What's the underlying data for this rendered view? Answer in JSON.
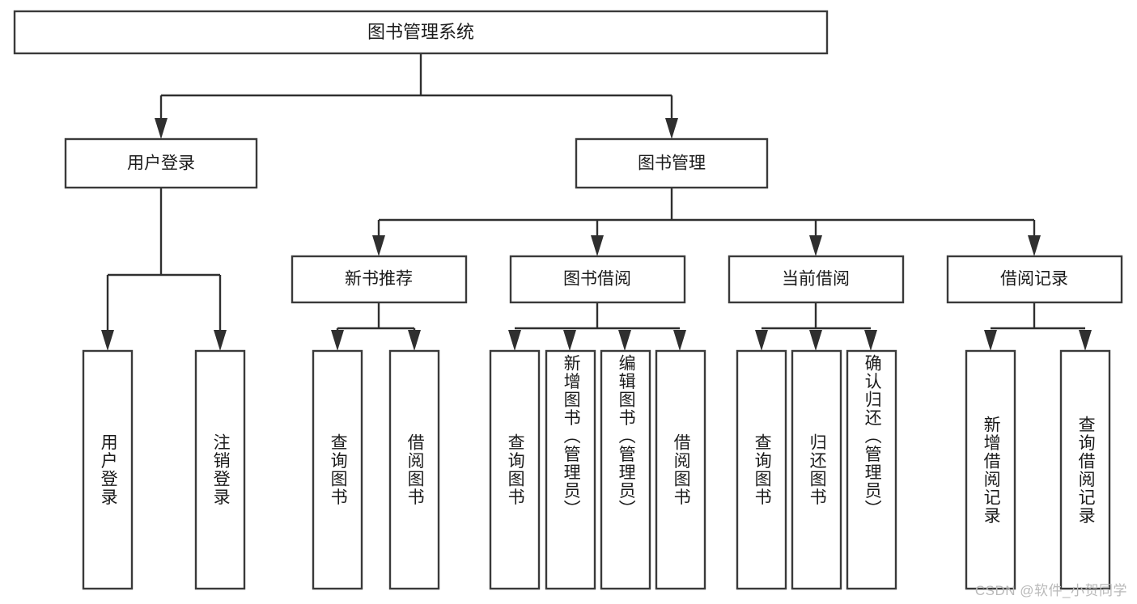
{
  "diagram": {
    "type": "hierarchy-tree",
    "title": "图书管理系统",
    "watermark": "CSDN @软件_小贺同学",
    "orientation": "top-down",
    "levels": 3,
    "root": {
      "id": "root",
      "label": "图书管理系统",
      "text_orientation": "horizontal"
    },
    "level2": [
      {
        "id": "user-login",
        "label": "用户登录",
        "text_orientation": "horizontal"
      },
      {
        "id": "book-manage",
        "label": "图书管理",
        "text_orientation": "horizontal"
      }
    ],
    "level3": [
      {
        "id": "new-book-recommend",
        "label": "新书推荐",
        "parent": "book-manage",
        "text_orientation": "horizontal"
      },
      {
        "id": "book-borrow",
        "label": "图书借阅",
        "parent": "book-manage",
        "text_orientation": "horizontal"
      },
      {
        "id": "current-borrow",
        "label": "当前借阅",
        "parent": "book-manage",
        "text_orientation": "horizontal"
      },
      {
        "id": "borrow-record",
        "label": "借阅记录",
        "parent": "book-manage",
        "text_orientation": "horizontal"
      }
    ],
    "leaves": [
      {
        "id": "leaf-user-login",
        "label": "用户登录",
        "parent": "user-login",
        "text_orientation": "vertical"
      },
      {
        "id": "leaf-user-logout",
        "label": "注销登录",
        "parent": "user-login",
        "text_orientation": "vertical"
      },
      {
        "id": "leaf-query-book-1",
        "label": "查询图书",
        "parent": "new-book-recommend",
        "text_orientation": "vertical"
      },
      {
        "id": "leaf-borrow-book-1",
        "label": "借阅图书",
        "parent": "new-book-recommend",
        "text_orientation": "vertical"
      },
      {
        "id": "leaf-query-book-2",
        "label": "查询图书",
        "parent": "book-borrow",
        "text_orientation": "vertical"
      },
      {
        "id": "leaf-add-book",
        "label": "新增图书（管理员）",
        "parent": "book-borrow",
        "text_orientation": "vertical"
      },
      {
        "id": "leaf-edit-book",
        "label": "编辑图书（管理员）",
        "parent": "book-borrow",
        "text_orientation": "vertical"
      },
      {
        "id": "leaf-borrow-book-2",
        "label": "借阅图书",
        "parent": "book-borrow",
        "text_orientation": "vertical"
      },
      {
        "id": "leaf-query-book-3",
        "label": "查询图书",
        "parent": "current-borrow",
        "text_orientation": "vertical"
      },
      {
        "id": "leaf-return-book",
        "label": "归还图书",
        "parent": "current-borrow",
        "text_orientation": "vertical"
      },
      {
        "id": "leaf-confirm-return",
        "label": "确认归还（管理员）",
        "parent": "current-borrow",
        "text_orientation": "vertical"
      },
      {
        "id": "leaf-add-record",
        "label": "新增借阅记录",
        "parent": "borrow-record",
        "text_orientation": "vertical"
      },
      {
        "id": "leaf-query-record",
        "label": "查询借阅记录",
        "parent": "borrow-record",
        "text_orientation": "vertical"
      }
    ],
    "colors": {
      "box_stroke": "#3a3a3a",
      "box_fill": "#ffffff",
      "connector": "#2f2f2f",
      "text": "#1b1b1b",
      "background": "#ffffff",
      "watermark": "#b9b9b9"
    }
  }
}
